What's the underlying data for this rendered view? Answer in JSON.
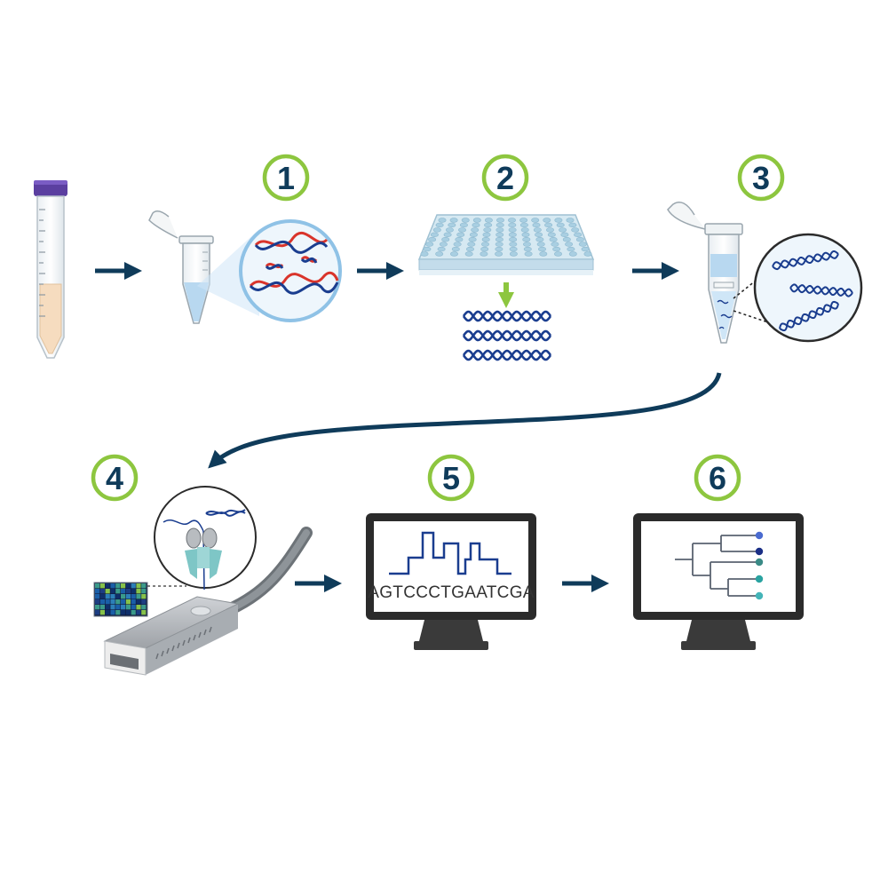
{
  "steps": [
    {
      "label": "1"
    },
    {
      "label": "2"
    },
    {
      "label": "3"
    },
    {
      "label": "4"
    },
    {
      "label": "5"
    },
    {
      "label": "6"
    }
  ],
  "sequence_text": "AGTCCCTGAATCGA",
  "colors": {
    "step_badge_ring": "#8dc63f",
    "step_number": "#0f3b5a",
    "arrow": "#0f3b5a",
    "dna_strand_blue": "#1a3d8f",
    "dna_strand_red": "#d9342b",
    "tube_cap": "#5b3fa0",
    "sample_fill": "#f6dcbf",
    "monitor_frame": "#2b2b2b",
    "plate": "#d6e9f2"
  },
  "phylo_tip_colors": [
    "#4a6bd0",
    "#1a2f86",
    "#3a8a86",
    "#2aa3a1",
    "#44b4b8"
  ]
}
